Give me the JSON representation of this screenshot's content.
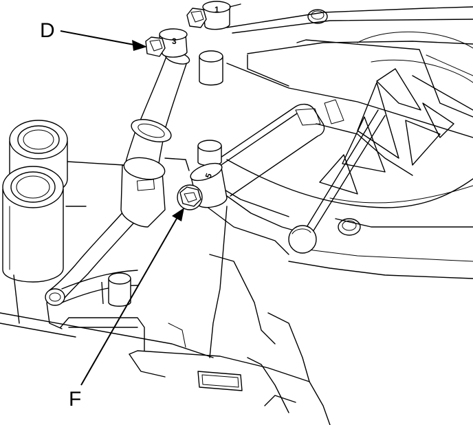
{
  "callouts": {
    "d": "D",
    "f": "F"
  },
  "bolt_numbers": {
    "top": "1",
    "upper_left": "3",
    "center": "5"
  },
  "colors": {
    "line": "#000000",
    "background": "#ffffff"
  }
}
